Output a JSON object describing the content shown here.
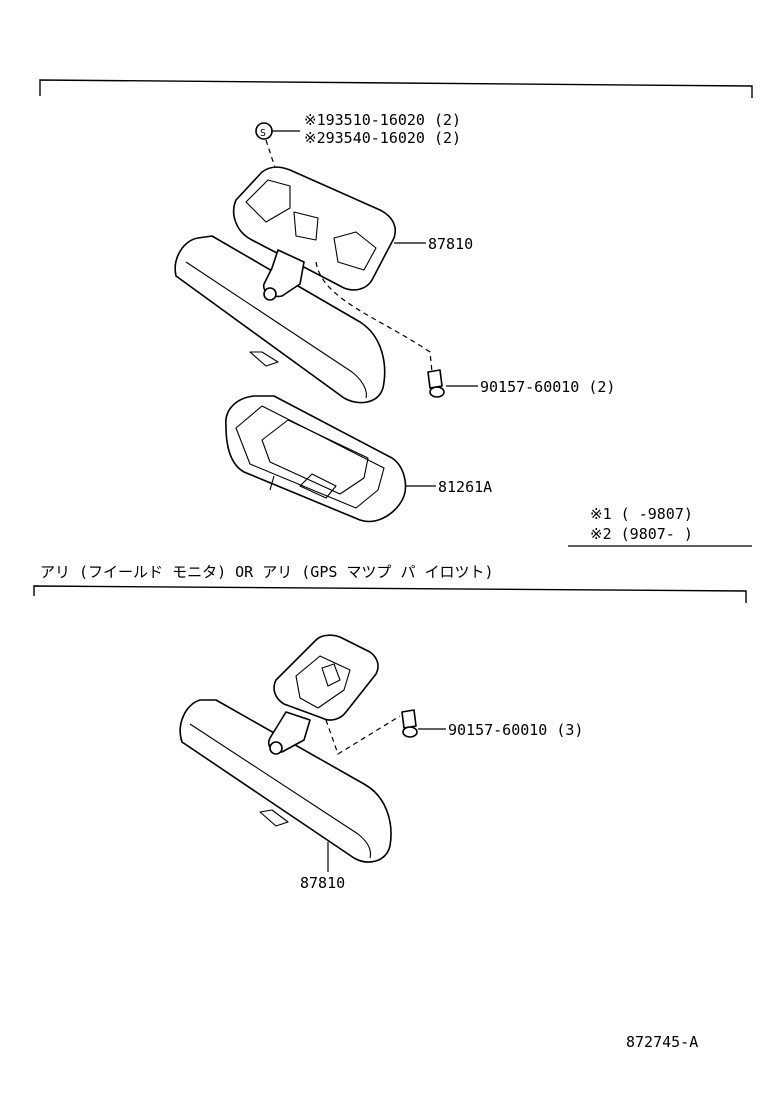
{
  "top_section": {
    "clip_callout": {
      "line1": "※193510-16020 (2)",
      "line2": "※293540-16020 (2)",
      "clip_symbol": "S"
    },
    "labels": {
      "mirror_part": "87810",
      "screw": "90157-60010 (2)",
      "cover": "81261A"
    }
  },
  "notes": {
    "note1": "※1 (      -9807)",
    "note2": "※2 (9807-      )"
  },
  "section_caption": "アリ (フイールド モニタ)  OR  アリ (GPS  マツプ パ イロツト)",
  "bottom_section": {
    "labels": {
      "screw": "90157-60010 (3)",
      "mirror_part": "87810"
    }
  },
  "illustration_id": "872745-A",
  "icons": [
    "clip-icon",
    "screw-icon"
  ]
}
